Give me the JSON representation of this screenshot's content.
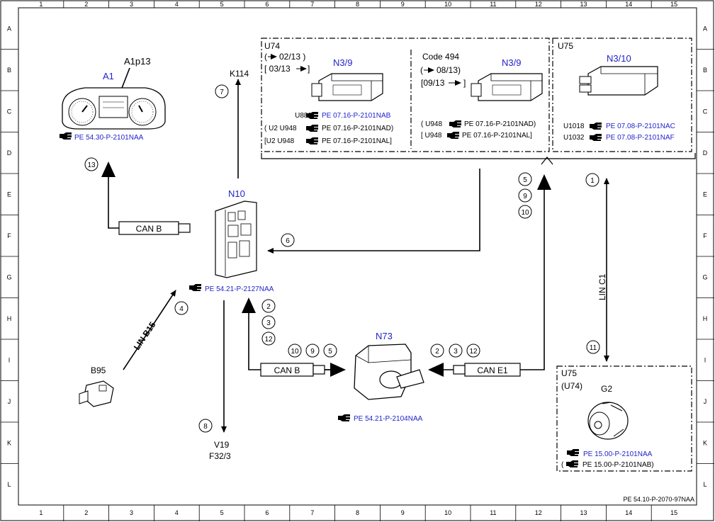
{
  "grid": {
    "columns": [
      "1",
      "2",
      "3",
      "4",
      "5",
      "6",
      "7",
      "8",
      "9",
      "10",
      "11",
      "12",
      "13",
      "14",
      "15"
    ],
    "rows": [
      "A",
      "B",
      "C",
      "D",
      "E",
      "F",
      "G",
      "H",
      "I",
      "J",
      "K",
      "L"
    ]
  },
  "footer_code": "PE 54.10-P-2070-97NAA",
  "components": {
    "a1": {
      "name": "A1",
      "part": "A1p13",
      "ref": "PE 54.30-P-2101NAA"
    },
    "n10": {
      "name": "N10",
      "ref": "PE 54.21-P-2127NAA"
    },
    "n73": {
      "name": "N73",
      "ref": "PE 54.21-P-2104NAA"
    },
    "b95": {
      "name": "B95"
    },
    "g2": {
      "label1": "U75",
      "label2": "(U74)",
      "name": "G2",
      "ref1": "PE 15.00-P-2101NAA",
      "ref2_open": "(",
      "ref2": "PE 15.00-P-2101NAB)"
    },
    "u74": {
      "title": "U74",
      "from": "(",
      "from_date": "02/13 )",
      "to_open": "[ 03/13",
      "to_close": "]",
      "name": "N3/9",
      "refs": [
        {
          "prefix": "U880",
          "ref": "PE 07.16-P-2101NAB",
          "blue": true
        },
        {
          "prefix": "( U2  U948",
          "ref": "PE 07.16-P-2101NAD)",
          "blue": false
        },
        {
          "prefix": "[U2  U948",
          "ref": "PE 07.16-P-2101NAL]",
          "blue": false
        }
      ]
    },
    "code494": {
      "title": "Code 494",
      "from": "(",
      "from_date": "08/13)",
      "to_open": "[09/13",
      "to_close": "]",
      "name": "N3/9",
      "refs": [
        {
          "prefix": "( U948",
          "ref": "PE 07.16-P-2101NAD)",
          "blue": false
        },
        {
          "prefix": "[ U948",
          "ref": "PE 07.16-P-2101NAL]",
          "blue": false
        }
      ]
    },
    "u75": {
      "title": "U75",
      "name": "N3/10",
      "refs": [
        {
          "prefix": "U1018",
          "ref": "PE 07.08-P-2101NAC",
          "blue": true
        },
        {
          "prefix": "U1032",
          "ref": "PE 07.08-P-2101NAF",
          "blue": true
        }
      ]
    }
  },
  "connections": {
    "k114": "K114",
    "v19": "V19",
    "f32": "F32/3",
    "can_b_left": "CAN B",
    "can_b_bottom": "CAN B",
    "can_e1": "CAN E1",
    "lin_b15": "LIN B15",
    "lin_c1": "LIN C1"
  },
  "markers": {
    "m7": "7",
    "m13": "13",
    "m6": "6",
    "m4": "4",
    "m8": "8",
    "m2a": "2",
    "m3a": "3",
    "m12a": "12",
    "m10a": "10",
    "m9a": "9",
    "m5a": "5",
    "m2b": "2",
    "m3b": "3",
    "m12b": "12",
    "m5b": "5",
    "m9b": "9",
    "m10b": "10",
    "m1": "1",
    "m11": "11"
  }
}
